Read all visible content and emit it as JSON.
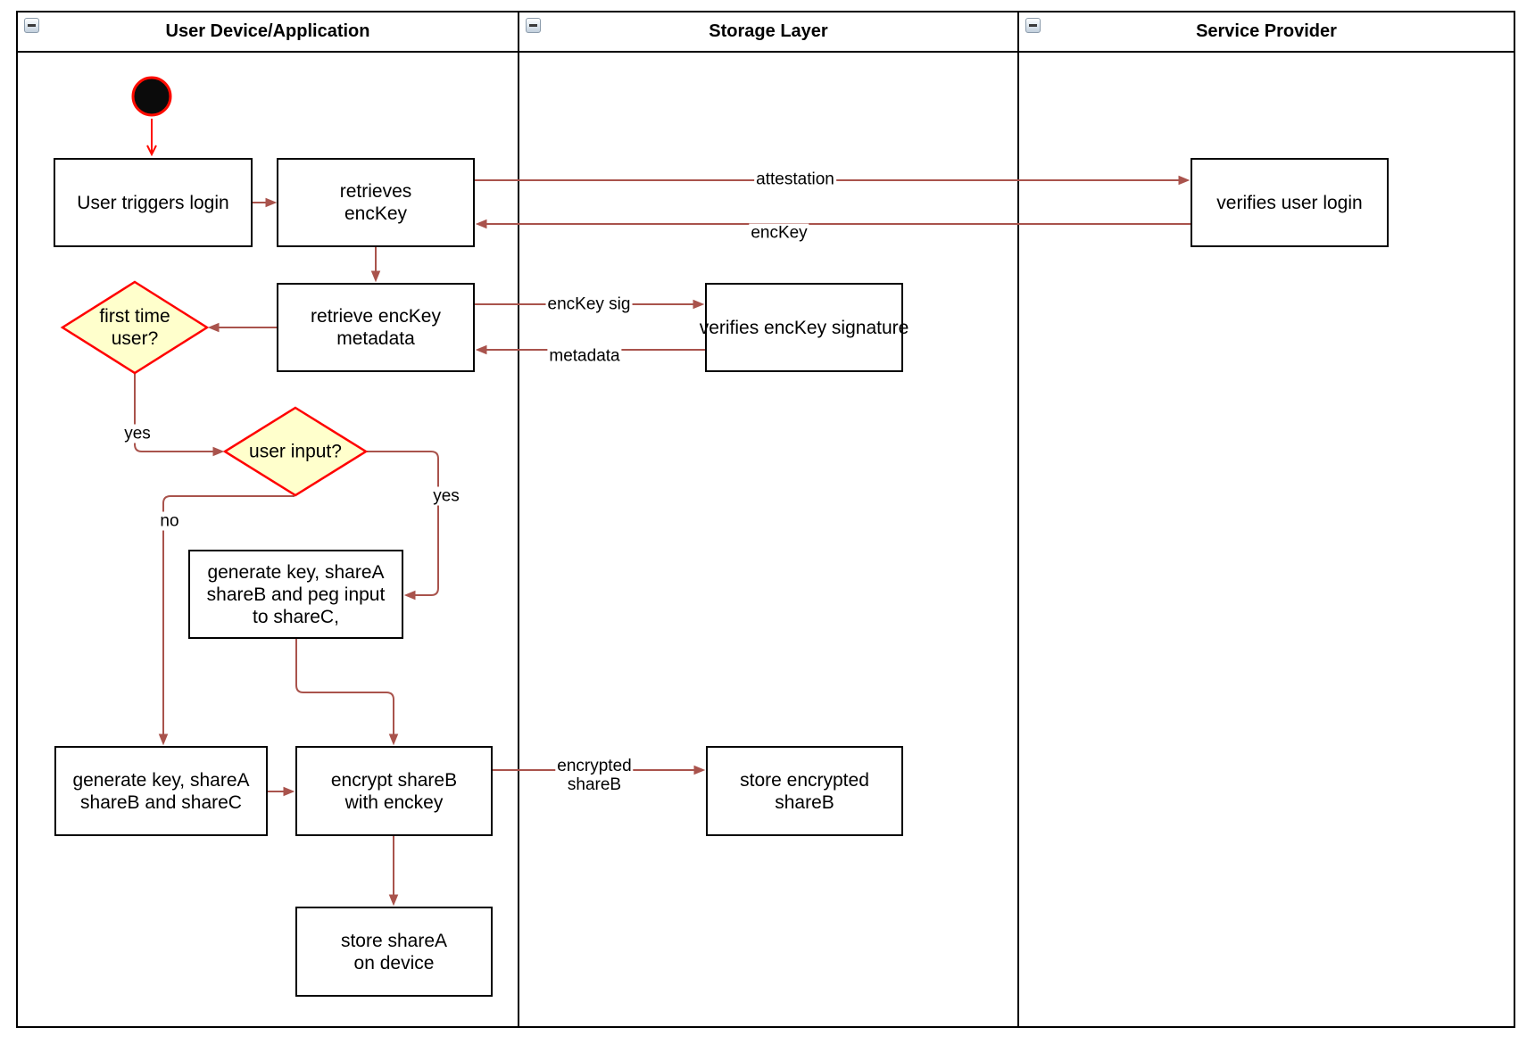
{
  "colors": {
    "edge": "#A9534C",
    "accent_red": "#FF0B00",
    "diamond_fill": "#FFFFCC",
    "diamond_border": "#FF0000",
    "box_border": "#000000",
    "lane_border": "#000000"
  },
  "lanes": [
    {
      "title": "User Device/Application"
    },
    {
      "title": "Storage Layer"
    },
    {
      "title": "Service Provider"
    }
  ],
  "nodes": {
    "user_triggers_login": "User triggers login",
    "retrieves_enckey": "retrieves\nencKey",
    "retrieve_enckey_metadata": "retrieve encKey\nmetadata",
    "first_time_user": "first time\nuser?",
    "user_input": "user input?",
    "generate_key_peg": "generate key, shareA\nshareB and peg input\nto shareC,",
    "generate_key_abc": "generate key, shareA\nshareB and shareC",
    "encrypt_shareb": "encrypt shareB\nwith enckey",
    "store_sharea": "store shareA\non device",
    "verifies_enckey_signature": "verifies encKey signature",
    "store_encrypted_shareb": "store encrypted\nshareB",
    "verifies_user_login": "verifies user login"
  },
  "edge_labels": {
    "attestation": "attestation",
    "enckey": "encKey",
    "enckey_sig": "encKey sig",
    "metadata": "metadata",
    "yes_first_time": "yes",
    "no_user_input": "no",
    "yes_user_input": "yes",
    "encrypted_shareb": "encrypted\nshareB"
  }
}
